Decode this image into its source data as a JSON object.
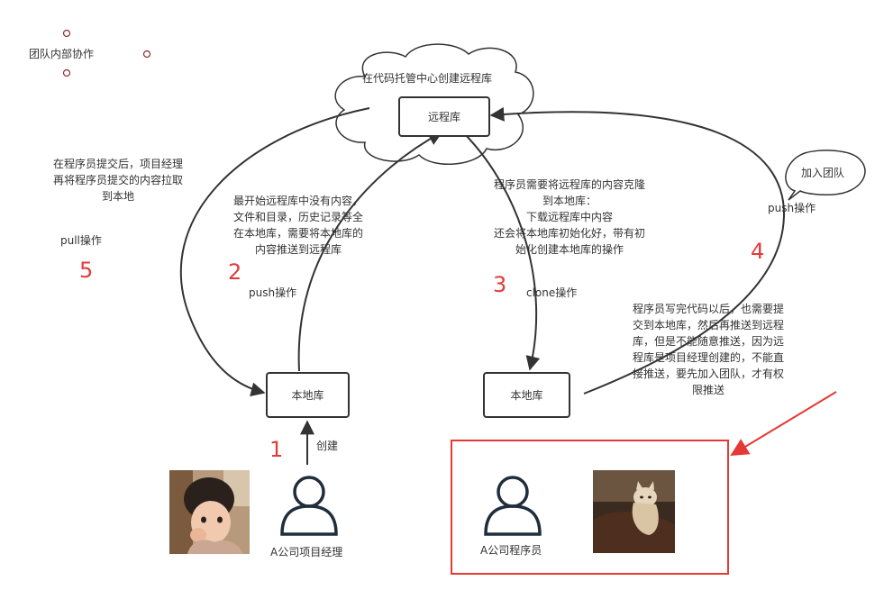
{
  "title": {
    "text": "团队内部协作"
  },
  "cloud": {
    "label": "在代码托管中心创建远程库"
  },
  "nodes": {
    "remote": "远程库",
    "local_left": "本地库",
    "local_right": "本地库"
  },
  "people": {
    "manager": "A公司项目经理",
    "programmer": "A公司程序员"
  },
  "edges": {
    "create": "创建",
    "push2": "push操作",
    "clone3": "clone操作",
    "pull5": "pull操作",
    "push4": "push操作"
  },
  "bubble": {
    "text": "加入团队"
  },
  "steps": {
    "s1": "1",
    "s2": "2",
    "s3": "3",
    "s4": "4",
    "s5": "5"
  },
  "notes": {
    "n5": [
      "在程序员提交后，项目经理",
      "再将程序员提交的内容拉取",
      "到本地"
    ],
    "n2": [
      "最开始远程库中没有内容，",
      "文件和目录，历史记录等全",
      "在本地库，需要将本地库的",
      "内容推送到远程库"
    ],
    "n3": [
      "程序员需要将远程库的内容克隆",
      "到本地库：",
      "下载远程库中内容",
      "还会将本地库初始化好，带有初",
      "始化创建本地库的操作"
    ],
    "n4": [
      "程序员写完代码以后，也需要提",
      "交到本地库，然后再推送到远程",
      "库，但是不能随意推送，因为远",
      "程库是项目经理创建的，不能直",
      "接推送，要先加入团队，才有权",
      "限推送"
    ]
  },
  "colors": {
    "highlight": "#e53935",
    "ink": "#333333",
    "step": "#e33b3b",
    "accent": "#8b2d2d",
    "person": "#1f2d3d"
  }
}
